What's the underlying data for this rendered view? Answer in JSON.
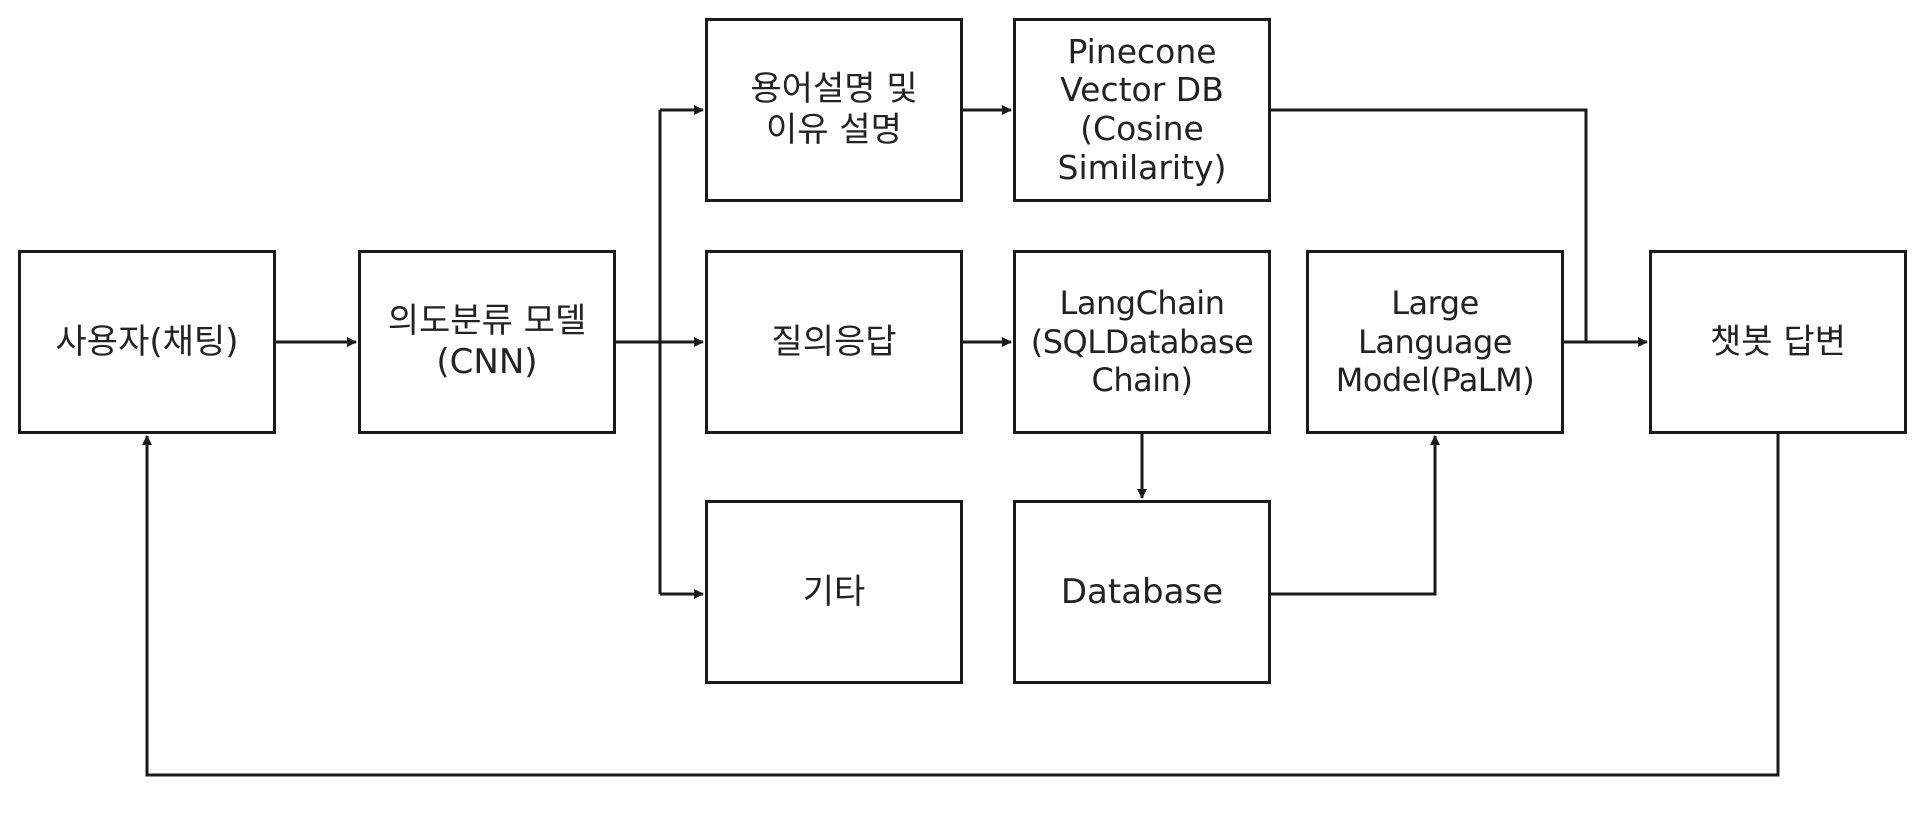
{
  "diagram": {
    "nodes": {
      "user": "사용자(채팅)",
      "intent": "의도분류 모델\n(CNN)",
      "explain": "용어설명 및\n이유 설명",
      "pinecone": "Pinecone\nVector DB\n(Cosine\nSimilarity)",
      "qa": "질의응답",
      "langchain": "LangChain\n(SQLDatabase\nChain)",
      "llm": "Large\nLanguage\nModel(PaLM)",
      "answer": "챗봇 답변",
      "etc": "기타",
      "database": "Database"
    },
    "edges": [
      {
        "from": "user",
        "to": "intent"
      },
      {
        "from": "intent",
        "to": "explain"
      },
      {
        "from": "intent",
        "to": "qa"
      },
      {
        "from": "intent",
        "to": "etc"
      },
      {
        "from": "explain",
        "to": "pinecone"
      },
      {
        "from": "qa",
        "to": "langchain"
      },
      {
        "from": "langchain",
        "to": "database"
      },
      {
        "from": "database",
        "to": "llm"
      },
      {
        "from": "pinecone",
        "to": "answer"
      },
      {
        "from": "llm",
        "to": "answer"
      },
      {
        "from": "answer",
        "to": "user"
      }
    ]
  }
}
